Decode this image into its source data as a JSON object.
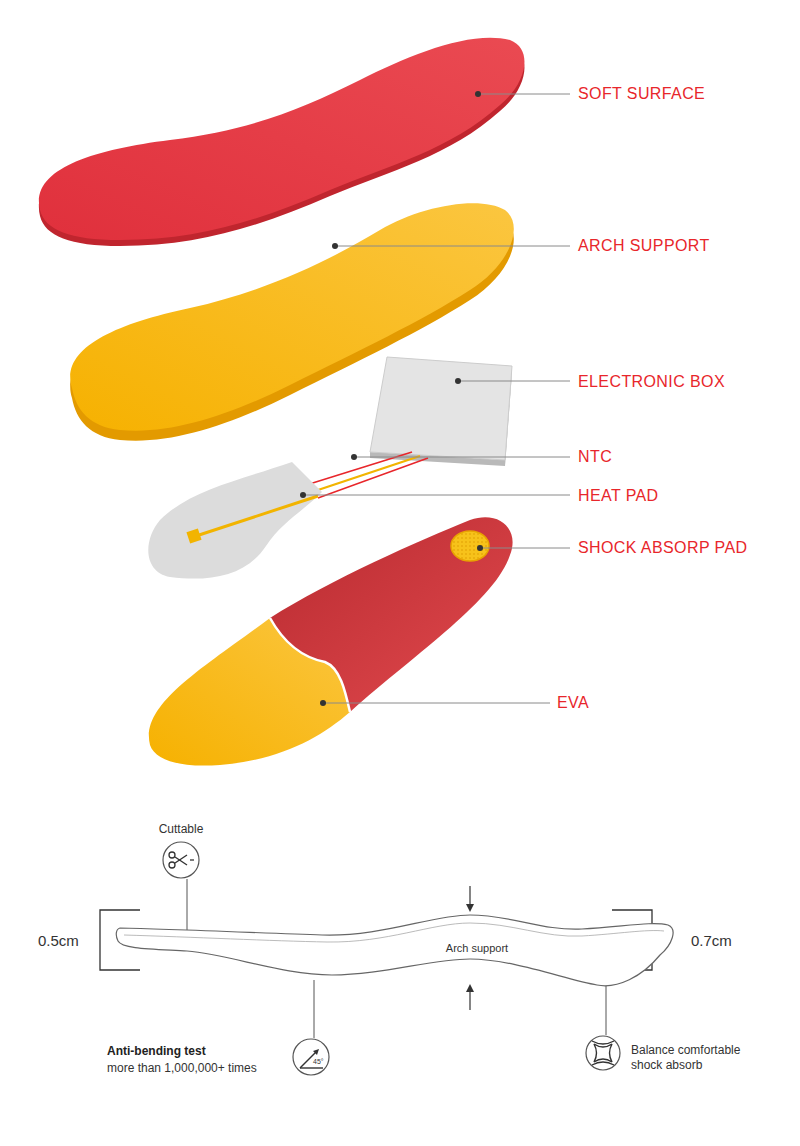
{
  "diagram": {
    "nodes": [
      {
        "text": [
          "Arch support"
        ]
      }
    ],
    "labels": [
      "SOFT SURFACE",
      "ARCH SUPPORT",
      "ELECTRONIC BOX",
      "NTC",
      "HEAT PAD",
      "SHOCK ABSORP PAD",
      "EVA",
      "Cuttable",
      "0.5cm",
      "0.7cm",
      "Anti-bending test",
      "more than 1,000,000+ times",
      "45°",
      "Balance comfortable shock absorb"
    ]
  }
}
